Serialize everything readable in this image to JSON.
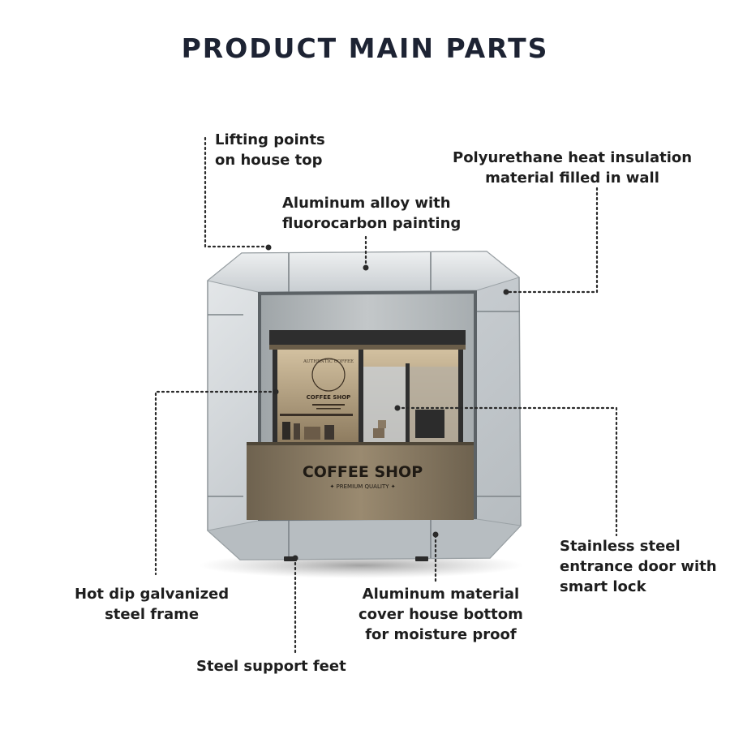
{
  "title": "PRODUCT MAIN PARTS",
  "labels": {
    "lifting_points": "Lifting points\non house top",
    "polyurethane": "Polyurethane heat insulation\nmaterial filled in wall",
    "aluminum_alloy": "Aluminum alloy with\nfluorocarbon painting",
    "hot_dip": "Hot dip galvanized\nsteel frame",
    "aluminum_bottom": "Aluminum material\ncover house bottom\nfor moisture proof",
    "stainless_door": "Stainless steel\nentrance door with\nsmart lock",
    "steel_feet": "Steel support feet"
  },
  "signage": {
    "counter_main": "COFFEE SHOP",
    "counter_sub": "✦ PREMIUM QUALITY ✦",
    "wall_arc": "AUTHENTIC COFFEE",
    "wall_main": "COFFEE SHOP"
  },
  "colors": {
    "title": "#1d2333",
    "shell": "#c9ced2",
    "counter": "#8a7a62",
    "leader": "#2a2a2a"
  }
}
